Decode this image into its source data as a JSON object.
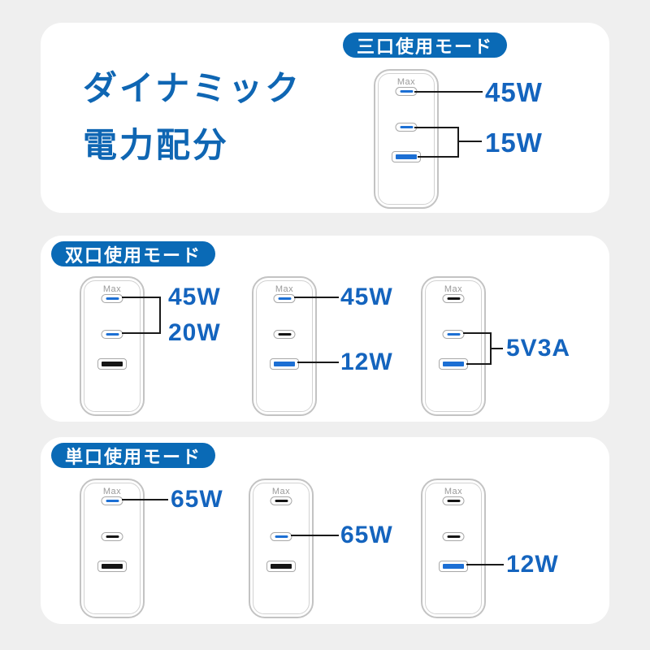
{
  "header": {
    "title_line1": "ダイナミック",
    "title_line2": "電力配分"
  },
  "charger": {
    "max_label": "Max",
    "port_names": [
      "usb-c-port-1",
      "usb-c-port-2",
      "usb-a-port"
    ]
  },
  "sections": [
    {
      "badge": "三口使用モード",
      "chargers": [
        {
          "ports": [
            "active",
            "active",
            "active"
          ],
          "labels": [
            "45W",
            "15W"
          ]
        }
      ]
    },
    {
      "badge": "双口使用モード",
      "chargers": [
        {
          "ports": [
            "active",
            "active",
            "inactive"
          ],
          "labels": [
            "45W",
            "20W"
          ]
        },
        {
          "ports": [
            "active",
            "inactive",
            "active"
          ],
          "labels": [
            "45W",
            "12W"
          ]
        },
        {
          "ports": [
            "inactive",
            "active",
            "active"
          ],
          "labels": [
            "5V3A"
          ]
        }
      ]
    },
    {
      "badge": "単口使用モード",
      "chargers": [
        {
          "ports": [
            "active",
            "inactive",
            "inactive"
          ],
          "labels": [
            "65W"
          ]
        },
        {
          "ports": [
            "inactive",
            "active",
            "inactive"
          ],
          "labels": [
            "65W"
          ]
        },
        {
          "ports": [
            "inactive",
            "inactive",
            "active"
          ],
          "labels": [
            "12W"
          ]
        }
      ]
    }
  ],
  "colors": {
    "background": "#efefef",
    "card": "#ffffff",
    "brand_blue": "#0a6ab6",
    "title_blue": "#0f66b3",
    "label_blue": "#1464be",
    "port_active_blue": "#1c6fd4",
    "port_inactive_black": "#151515",
    "outline_gray": "#c3c3c3",
    "line_black": "#1a1a1a"
  }
}
